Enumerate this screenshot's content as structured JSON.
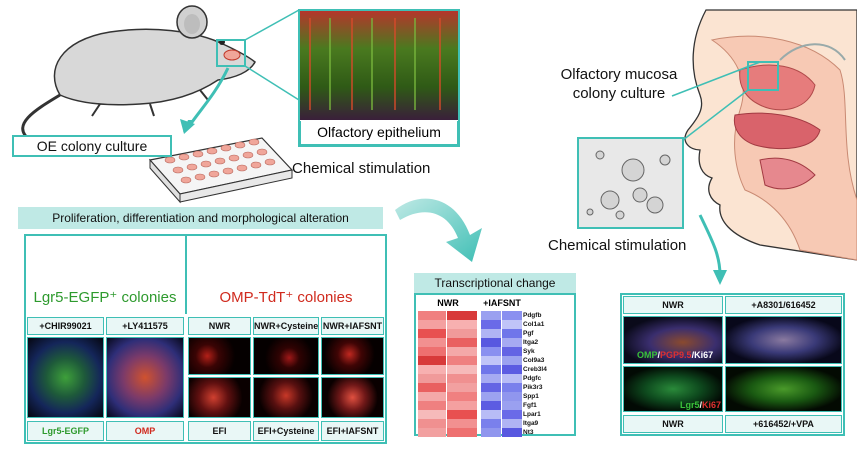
{
  "labels": {
    "olfactory_epithelium": "Olfactory epithelium",
    "oe_colony_culture": "OE colony culture",
    "chemical_stimulation_left": "Chemical stimulation",
    "olfactory_mucosa_line1": "Olfactory mucosa",
    "olfactory_mucosa_line2": "colony culture",
    "chemical_stimulation_right": "Chemical stimulation",
    "proliferation_banner": "Proliferation, differentiation and morphological alteration",
    "transcriptional_change": "Transcriptional change"
  },
  "colonies": {
    "lgr5_title": "Lgr5-EGFP⁺ colonies",
    "omp_title": "OMP-TdT⁺ colonies"
  },
  "left_panel": {
    "headers": [
      "+CHIR99021",
      "+LY411575",
      "NWR",
      "NWR+Cysteine",
      "NWR+IAFSNT"
    ],
    "footers": [
      "Lgr5-EGFP",
      "OMP",
      "EFI",
      "EFI+Cysteine",
      "EFI+IAFSNT"
    ]
  },
  "heatmap": {
    "col_labels": [
      "NWR",
      "+IAFSNT"
    ],
    "genes": [
      "Pdgfb",
      "Col1a1",
      "Pgf",
      "Itga2",
      "Syk",
      "Col9a3",
      "Creb3l4",
      "Pdgfc",
      "Pik3r3",
      "Spp1",
      "Fgf1",
      "Lpar1",
      "Itga9",
      "Nt3"
    ]
  },
  "right_panel": {
    "top_labels": [
      "NWR",
      "+A8301/616452"
    ],
    "bottom_labels": [
      "NWR",
      "+616452/+VPA"
    ],
    "stain_omp": "OMP",
    "stain_pgp": "PGP9.5",
    "stain_ki67": "Ki67",
    "stain_lgr5": "Lgr5",
    "stain_ki67_b": "Ki67",
    "slash": "/"
  }
}
